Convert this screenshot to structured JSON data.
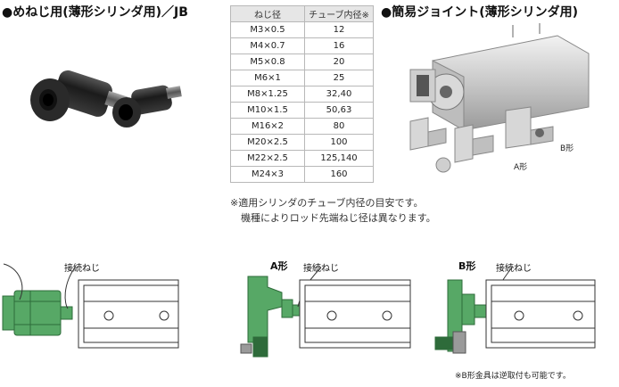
{
  "left_heading": "●めねじ用(薄形シリンダ用)／JB",
  "right_heading": "●簡易ジョイント(薄形シリンダ用)",
  "table": {
    "headers": [
      "ねじ径",
      "チューブ内径※"
    ],
    "rows": [
      [
        "M3×0.5",
        "12"
      ],
      [
        "M4×0.7",
        "16"
      ],
      [
        "M5×0.8",
        "20"
      ],
      [
        "M6×1",
        "25"
      ],
      [
        "M8×1.25",
        "32,40"
      ],
      [
        "M10×1.5",
        "50,63"
      ],
      [
        "M16×2",
        "80"
      ],
      [
        "M20×2.5",
        "100"
      ],
      [
        "M22×2.5",
        "125,140"
      ],
      [
        "M24×3",
        "160"
      ]
    ]
  },
  "notes": {
    "line1": "※適用シリンダのチューブ内径の目安です。",
    "line2": "機種によりロッド先端ねじ径は異なります。"
  },
  "photo_labels": {
    "a": "A形",
    "b": "B形"
  },
  "diagrams": {
    "connect_label": "接続ねじ",
    "type_a": "A形",
    "type_b": "B形",
    "footnote": "※B形金具は逆取付も可能です。"
  },
  "colors": {
    "green": "#57a866",
    "green_dark": "#2e6b3a",
    "line": "#333333"
  }
}
